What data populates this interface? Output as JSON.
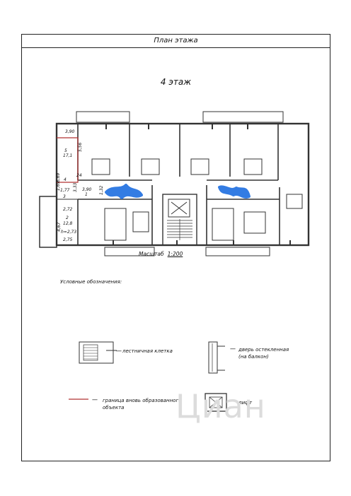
{
  "page_title": "План этажа",
  "floor_label": "4 этаж",
  "scale": {
    "label": "Масштаб",
    "value": "1:200"
  },
  "dimensions": {
    "d1": "3,90",
    "d2": "5",
    "d3": "17,1",
    "d4": "5,56",
    "d5": "4",
    "d6": "1,77",
    "d7": "3,90",
    "d8": "1",
    "d9": "3",
    "d10": "2,72",
    "d11": "2",
    "d12": "12,8",
    "d13": "h=2,73",
    "d14": "2,75",
    "d15": "4,67",
    "d16": "1,32",
    "d17": "3,33",
    "d18": "1,69",
    "d19": "6,69",
    "d20": "24"
  },
  "legend": {
    "title": "Условные обозначения:",
    "stair": "лестничная клетка",
    "door_line1": "дверь остекленная",
    "door_line2": "(на балкон)",
    "boundary_line1": "граница вновь образованного",
    "boundary_line2": "объекта",
    "lift": "лифт"
  },
  "watermark": "Циан",
  "colors": {
    "boundary": "#b03030",
    "marker": "#1e6ee0",
    "ink": "#222222"
  }
}
